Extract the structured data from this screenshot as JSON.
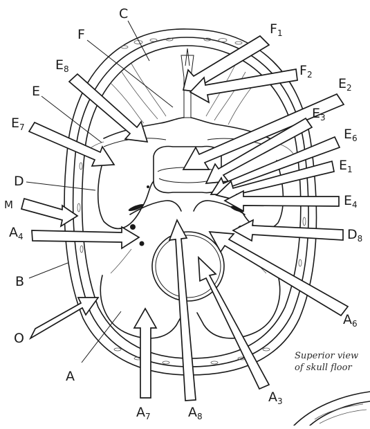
{
  "diagram": {
    "caption": [
      "Superior view",
      "of skull floor"
    ],
    "labels": {
      "A": "A",
      "B": "B",
      "C": "C",
      "D": "D",
      "E": "E",
      "F": "F",
      "M": "M",
      "O": "O",
      "A3": {
        "letter": "A",
        "sub": "3"
      },
      "A4": {
        "letter": "A",
        "sub": "4"
      },
      "A6": {
        "letter": "A",
        "sub": "6"
      },
      "A7": {
        "letter": "A",
        "sub": "7"
      },
      "A8": {
        "letter": "A",
        "sub": "8"
      },
      "D8": {
        "letter": "D",
        "sub": "8"
      },
      "E1": {
        "letter": "E",
        "sub": "1"
      },
      "E2": {
        "letter": "E",
        "sub": "2"
      },
      "E3": {
        "letter": "E",
        "sub": "3"
      },
      "E4": {
        "letter": "E",
        "sub": "4"
      },
      "E6": {
        "letter": "E",
        "sub": "6"
      },
      "E7": {
        "letter": "E",
        "sub": "7"
      },
      "E8": {
        "letter": "E",
        "sub": "8"
      },
      "F1": {
        "letter": "F",
        "sub": "1"
      },
      "F2": {
        "letter": "F",
        "sub": "2"
      }
    }
  }
}
